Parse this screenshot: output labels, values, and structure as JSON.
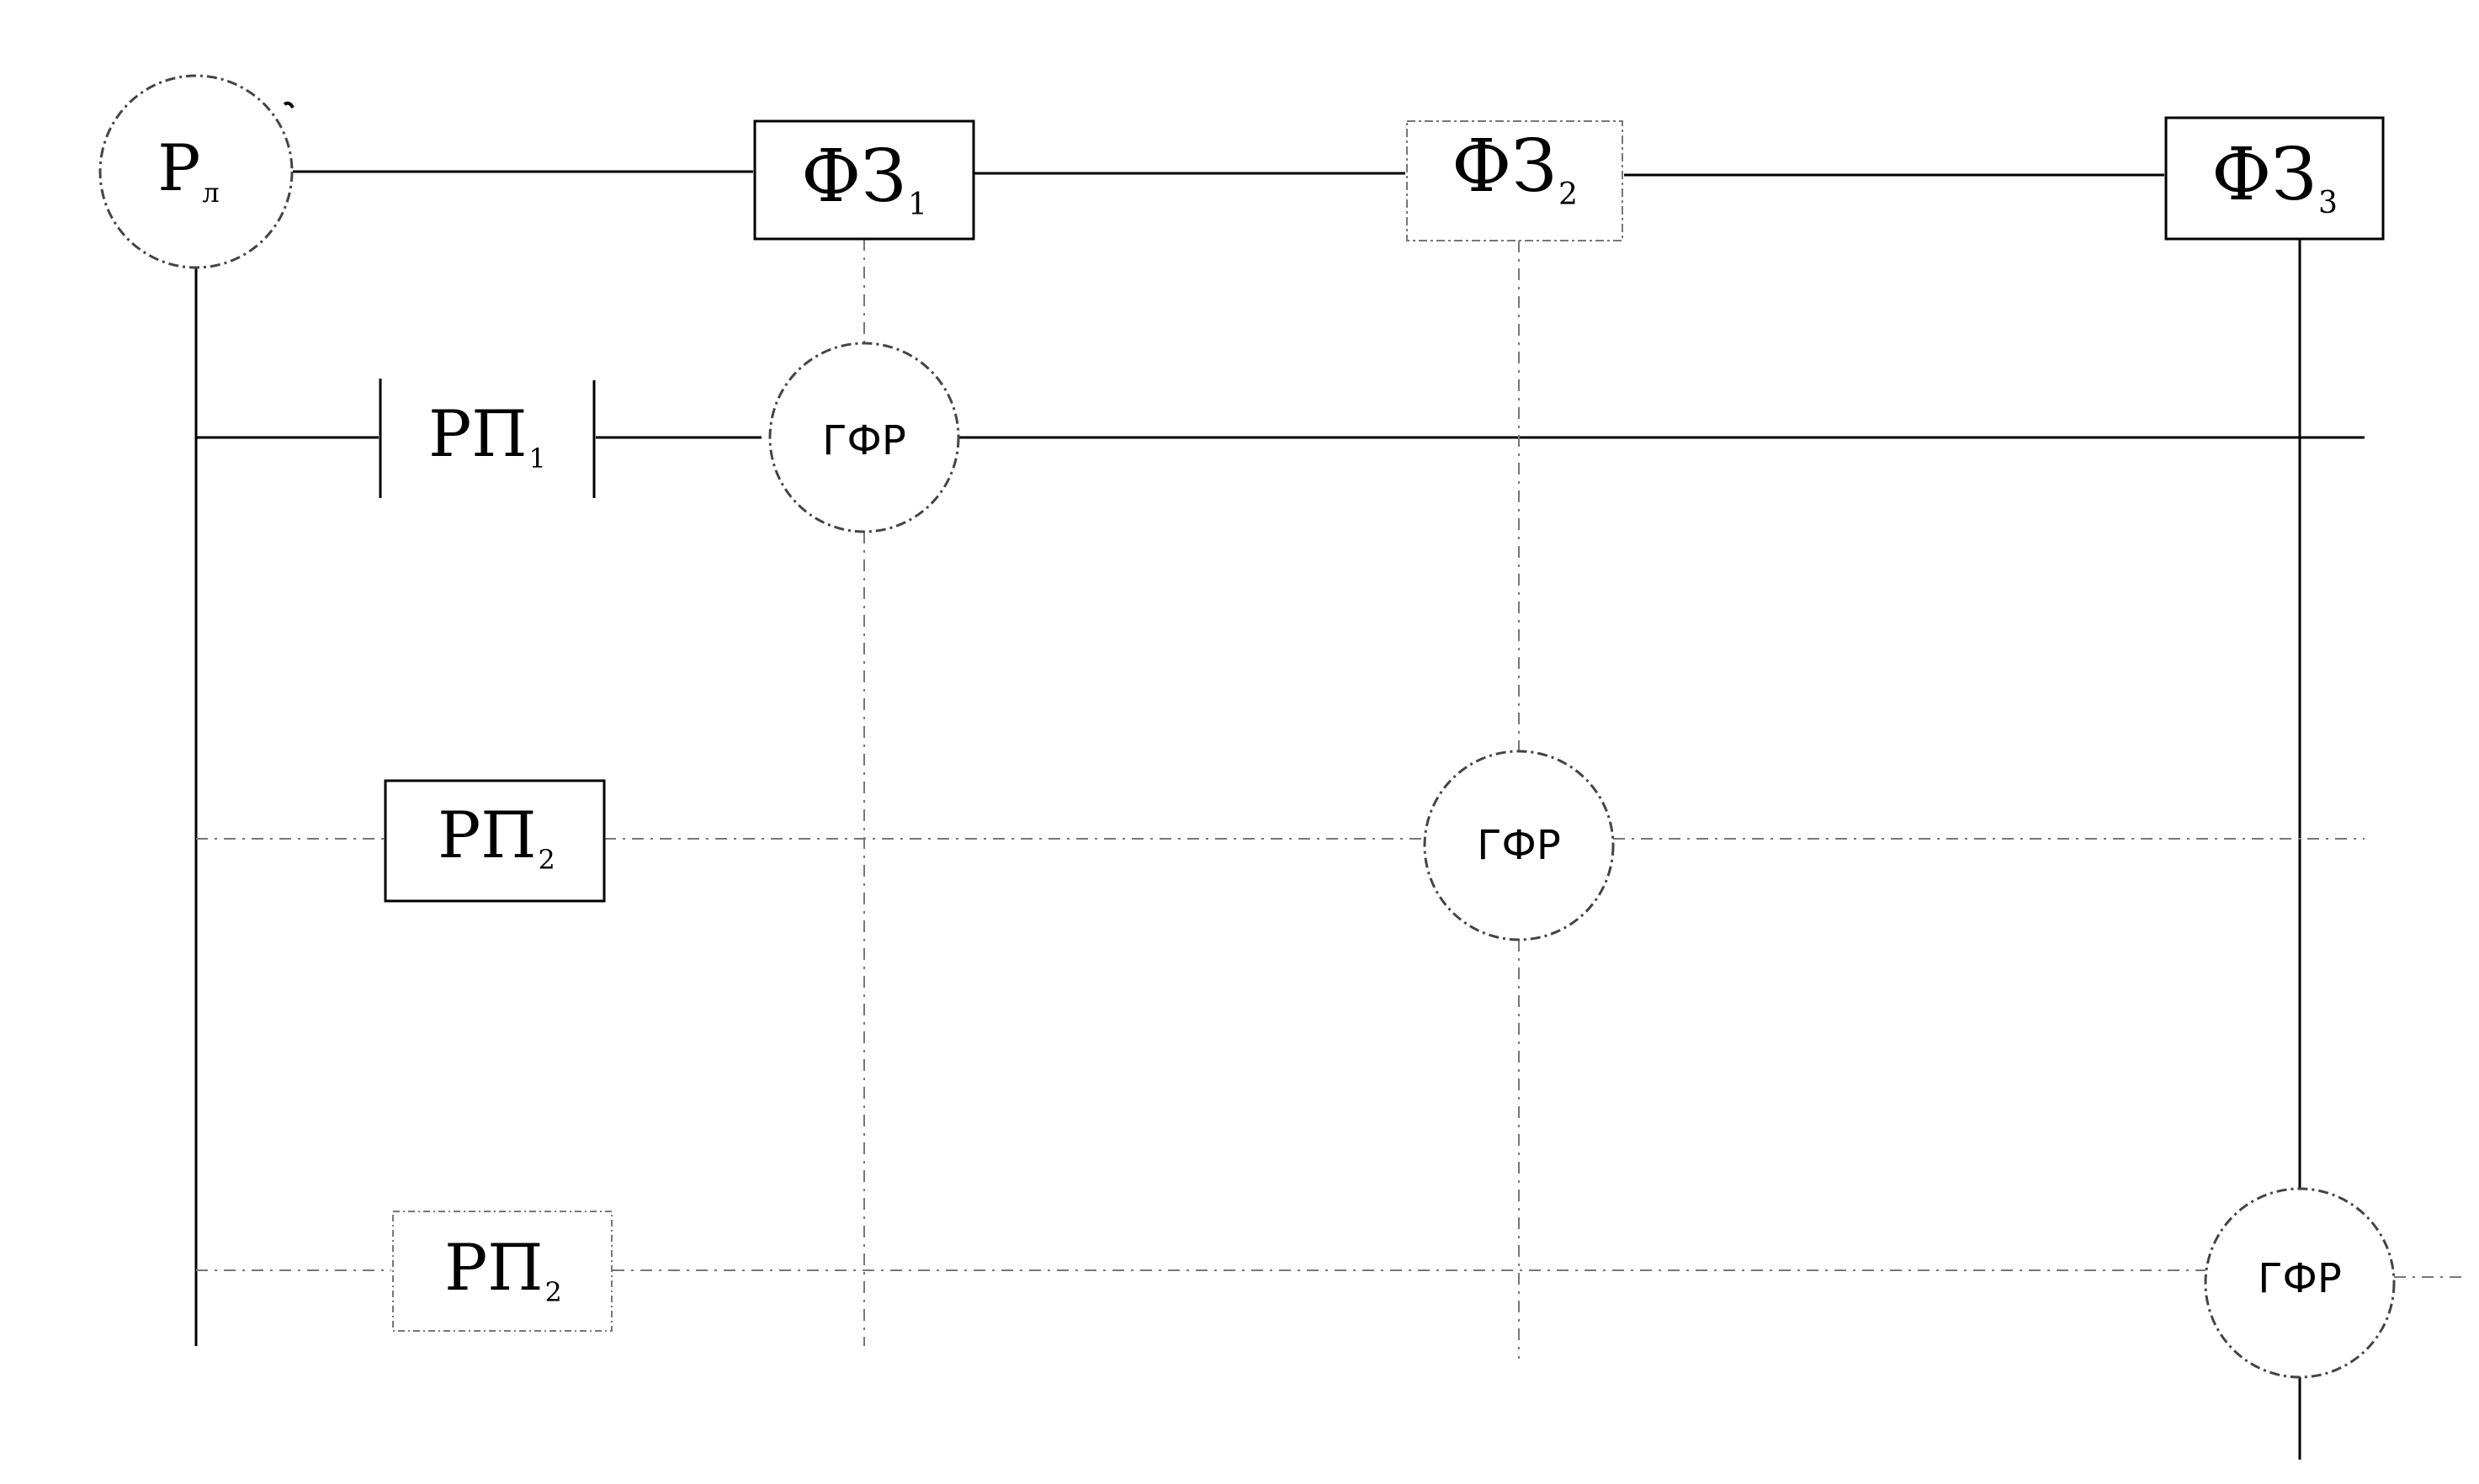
{
  "nodes": {
    "rl": {
      "main": "Р",
      "sub": "л"
    },
    "fz1": {
      "main": "ФЗ",
      "sub": "1"
    },
    "fz2": {
      "main": "ФЗ",
      "sub": "2"
    },
    "fz3": {
      "main": "ФЗ",
      "sub": "3"
    },
    "rp1": {
      "main": "РП",
      "sub": "1"
    },
    "rp2a": {
      "main": "РП",
      "sub": "2"
    },
    "rp2b": {
      "main": "РП",
      "sub": "2"
    },
    "gfr1": {
      "label": "ГФР"
    },
    "gfr2": {
      "label": "ГФР"
    },
    "gfr3": {
      "label": "ГФР"
    }
  },
  "colors": {
    "line": "#000000",
    "dashed": "#777777",
    "background": "#ffffff"
  }
}
